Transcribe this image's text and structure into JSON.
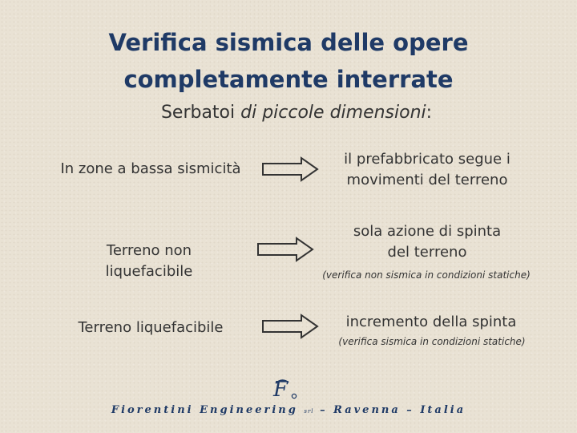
{
  "title": {
    "line1": "Verifica sismica delle opere",
    "line2": "completamente interrate"
  },
  "subtitle": {
    "prefix": "Serbatoi ",
    "italic": "di piccole dimensioni",
    "suffix": ":"
  },
  "rows": [
    {
      "left": "In zone a bassa sismicità",
      "right_line1": "il prefabbricato segue i",
      "right_line2": "movimenti del terreno",
      "note": ""
    },
    {
      "left_line1": "Terreno non",
      "left_line2": "liquefacibile",
      "right_line1": "sola azione di spinta",
      "right_line2": "del terreno",
      "note": "(verifica non sismica in condizioni statiche)"
    },
    {
      "left": "Terreno liquefacibile",
      "right_line1": "incremento della spinta",
      "note": "(verifica sismica in condizioni statiche)"
    }
  ],
  "footer": {
    "company": "Fiorentini Engineering",
    "srl": "srl",
    "location": " – Ravenna – Italia"
  },
  "colors": {
    "title": "#1f3a66",
    "text": "#333333",
    "background": "#e9e2d4"
  },
  "icons": [
    "right-arrow-icon",
    "fiorentini-logo-icon"
  ]
}
